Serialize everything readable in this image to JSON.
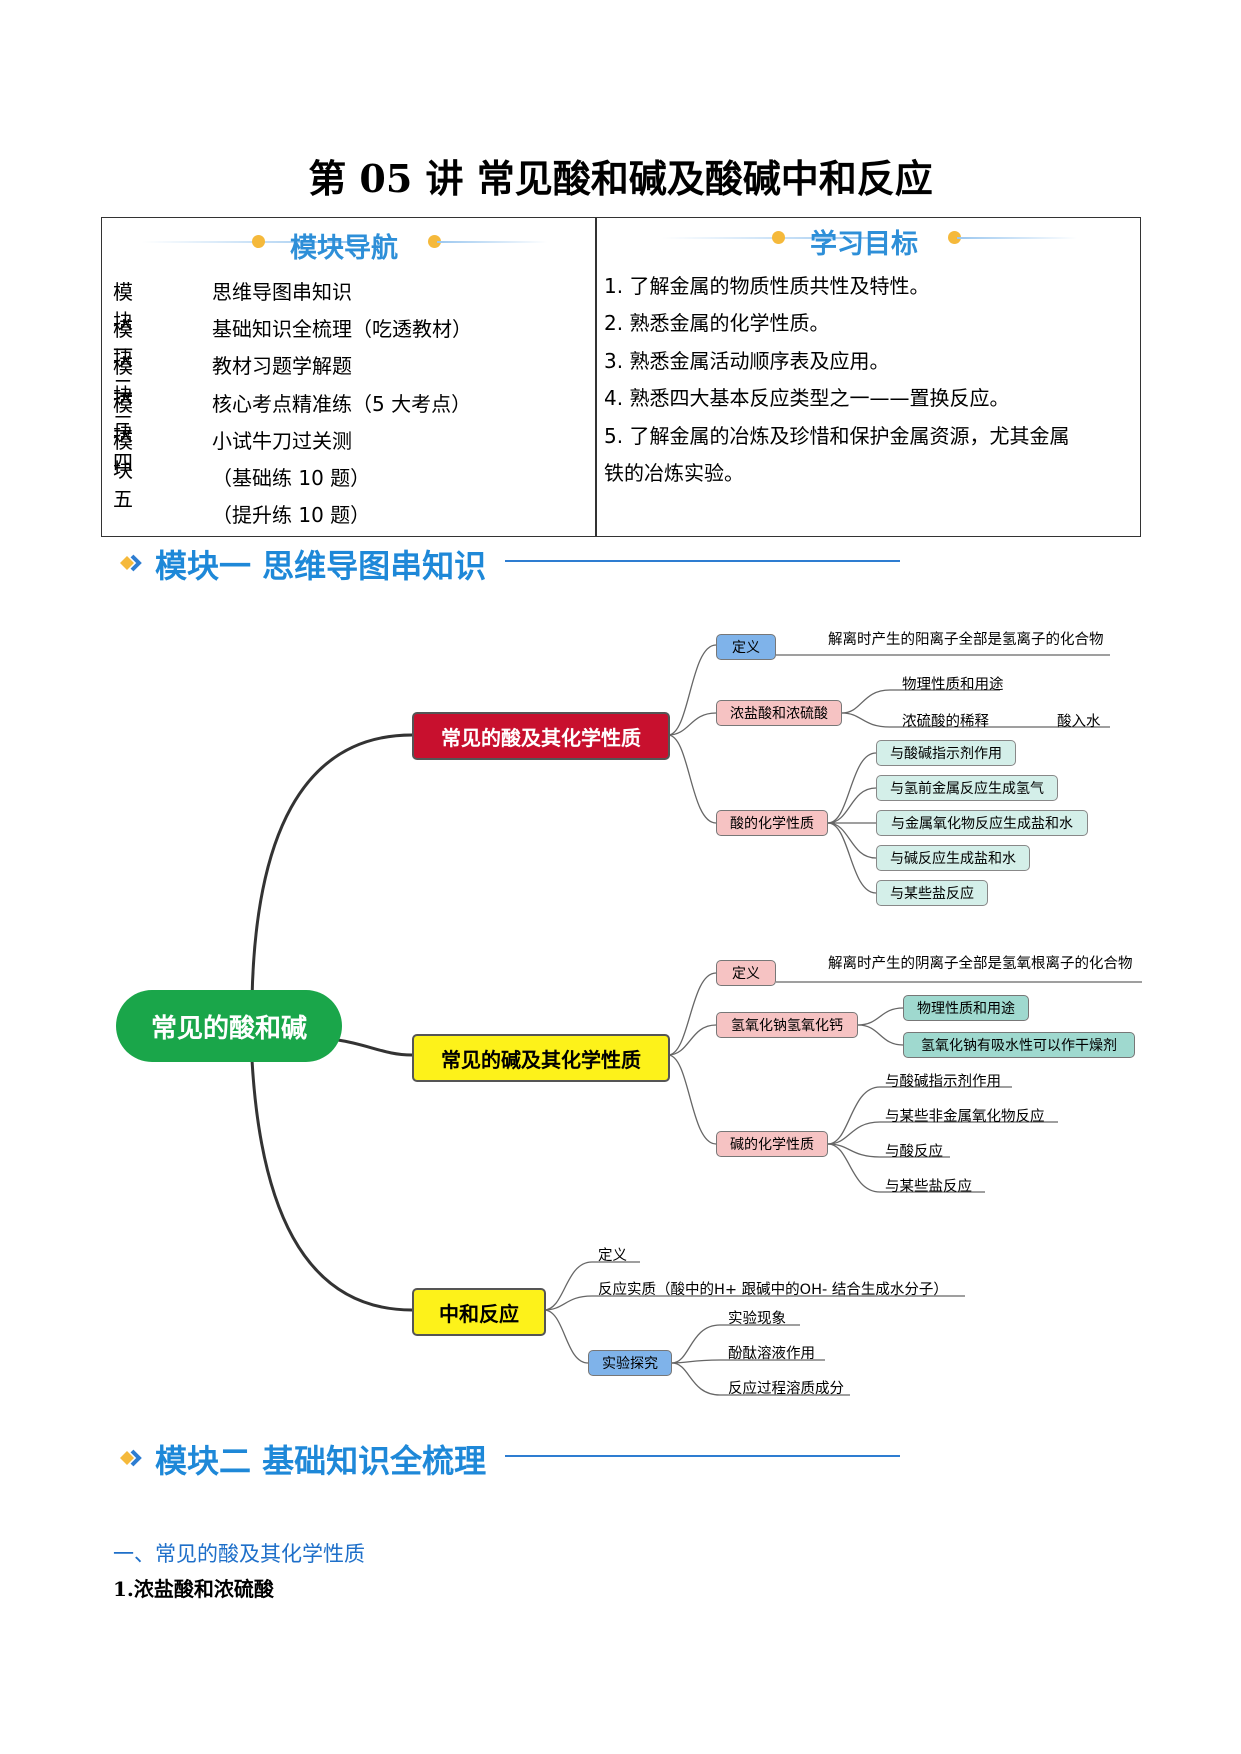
{
  "title": "第 05 讲  常见酸和碱及酸碱中和反应",
  "nav": {
    "header": "模块导航",
    "items": [
      {
        "key": "模块一",
        "value": "思维导图串知识"
      },
      {
        "key": "模块二",
        "value": "基础知识全梳理（吃透教材）"
      },
      {
        "key": "模块三",
        "value": "教材习题学解题"
      },
      {
        "key": "模块四",
        "value": "核心考点精准练（5 大考点）"
      },
      {
        "key": "模块五",
        "value": "小试牛刀过关测"
      }
    ],
    "extra": [
      "（基础练 10 题）",
      "（提升练 10 题）"
    ]
  },
  "goals": {
    "header": "学习目标",
    "items": [
      "1. 了解金属的物质性质共性及特性。",
      "2. 熟悉金属的化学性质。",
      "3. 熟悉金属活动顺序表及应用。",
      "4. 熟悉四大基本反应类型之一——置换反应。",
      "5. 了解金属的冶炼及珍惜和保护金属资源，尤其金属",
      "铁的冶炼实验。"
    ]
  },
  "section1": "模块一 思维导图串知识",
  "section2": "模块二 基础知识全梳理",
  "mindmap": {
    "root": "常见的酸和碱",
    "acid": {
      "title": "常见的酸及其化学性质",
      "def": "定义",
      "def_text": "解离时产生的阳离子全部是氢离子的化合物",
      "conc": "浓盐酸和浓硫酸",
      "conc_items": [
        "物理性质和用途",
        "浓硫酸的稀释",
        "酸入水"
      ],
      "chem": "酸的化学性质",
      "chem_items": [
        "与酸碱指示剂作用",
        "与氢前金属反应生成氢气",
        "与金属氧化物反应生成盐和水",
        "与碱反应生成盐和水",
        "与某些盐反应"
      ]
    },
    "base": {
      "title": "常见的碱及其化学性质",
      "def": "定义",
      "def_text": "解离时产生的阴离子全部是氢氧根离子的化合物",
      "naoh": "氢氧化钠氢氧化钙",
      "naoh_items": [
        "物理性质和用途",
        "氢氧化钠有吸水性可以作干燥剂"
      ],
      "chem": "碱的化学性质",
      "chem_items": [
        "与酸碱指示剂作用",
        "与某些非金属氧化物反应",
        "与酸反应",
        "与某些盐反应"
      ]
    },
    "neutral": {
      "title": "中和反应",
      "items": [
        "定义",
        "反应实质（酸中的H+ 跟碱中的OH- 结合生成水分子）"
      ],
      "exp": "实验探究",
      "exp_items": [
        "实验现象",
        "酚酞溶液作用",
        "反应过程溶质成分"
      ]
    }
  },
  "heading1": "一、常见的酸及其化学性质",
  "heading2": "1.浓盐酸和浓硫酸",
  "colors": {
    "root": "#1aa64a",
    "acid": "#c8102e",
    "base": "#fdf21a",
    "neutral": "#fdf21a",
    "blue_node": "#7fb3ea",
    "pink_node": "#f6c3c3",
    "teal_node": "#9fd9cf",
    "teal_light": "#d4efe9"
  }
}
